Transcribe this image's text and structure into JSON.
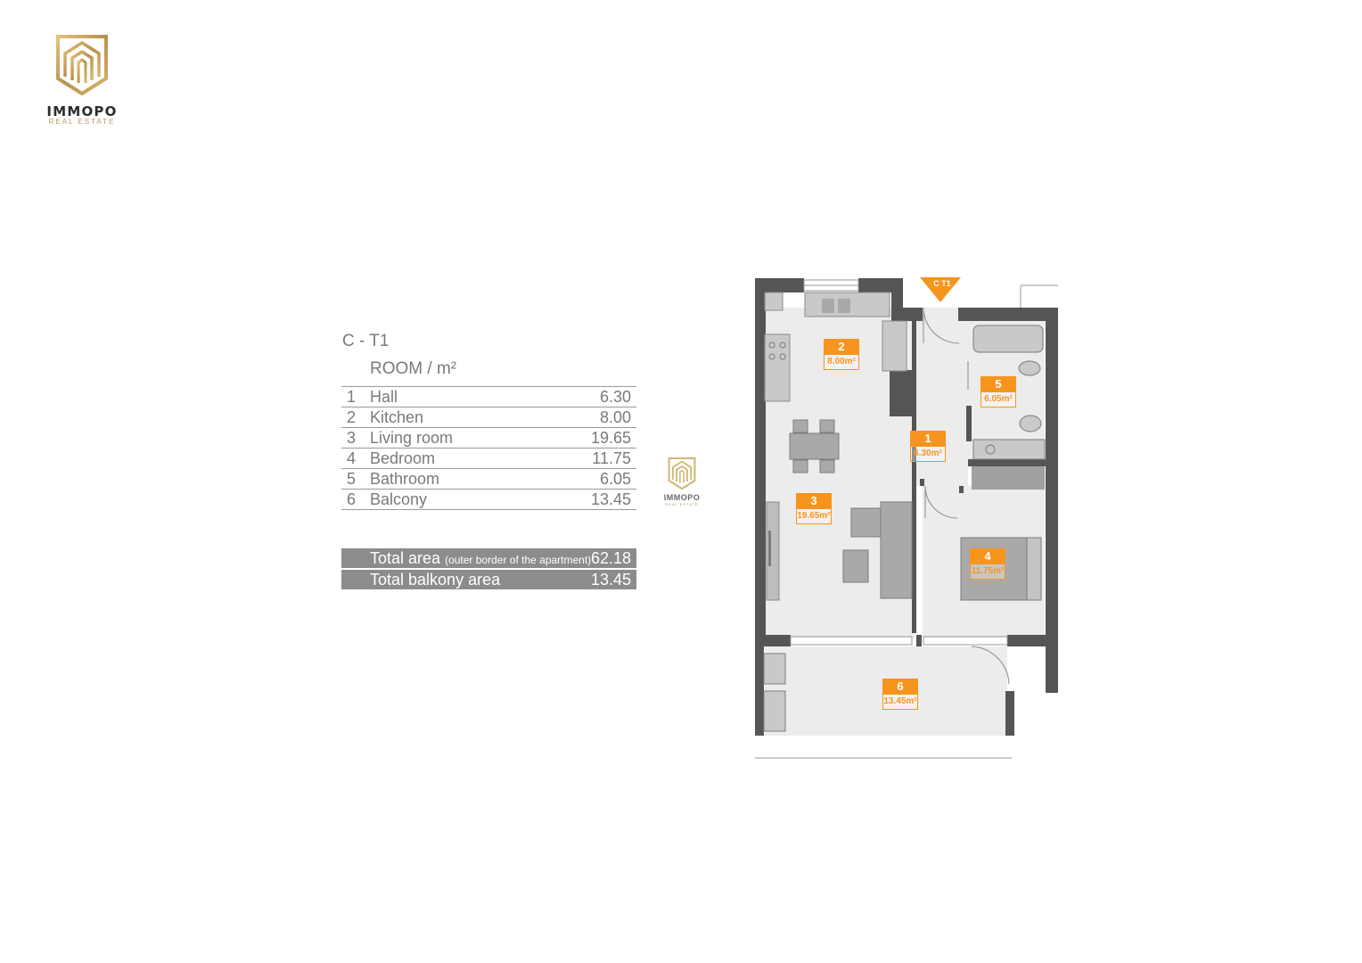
{
  "brand": {
    "name": "IMMOPO",
    "tagline": "REAL ESTATE",
    "gold": "#c9a55a",
    "icon": "house-shield-logo"
  },
  "unit": {
    "code": "C - T1",
    "room_header": "ROOM / m²"
  },
  "rooms": [
    {
      "no": "1",
      "name": "Hall",
      "area": "6.30"
    },
    {
      "no": "2",
      "name": "Kitchen",
      "area": "8.00"
    },
    {
      "no": "3",
      "name": "Living room",
      "area": "19.65"
    },
    {
      "no": "4",
      "name": "Bedroom",
      "area": "11.75"
    },
    {
      "no": "5",
      "name": "Bathroom",
      "area": "6.05"
    },
    {
      "no": "6",
      "name": "Balcony",
      "area": "13.45"
    }
  ],
  "totals": {
    "total_area_label": "Total area",
    "total_area_note": "(outer border of the apartment)",
    "total_area_value": "62.18",
    "balcony_label": "Total balkony area",
    "balcony_value": "13.45"
  },
  "plan": {
    "entry_marker": "C T1",
    "accent": "#f7941d",
    "wall_color": "#555555",
    "labels": [
      {
        "num": "1",
        "area": "6.30m²"
      },
      {
        "num": "2",
        "area": "8.00m²"
      },
      {
        "num": "3",
        "area": "19.65m²"
      },
      {
        "num": "4",
        "area": "11.75m²"
      },
      {
        "num": "5",
        "area": "6.05m²"
      },
      {
        "num": "6",
        "area": "13.45m²"
      }
    ]
  }
}
